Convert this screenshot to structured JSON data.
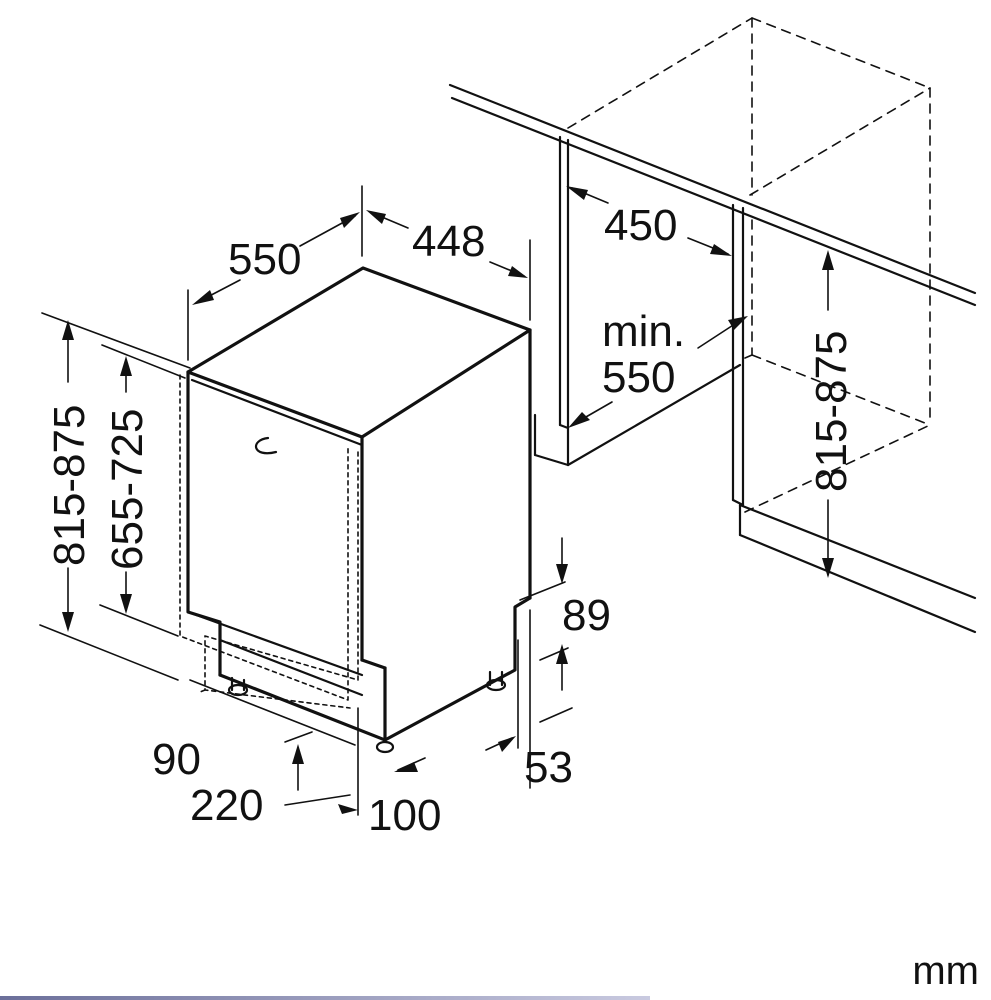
{
  "unit": "mm",
  "dimensions": {
    "depth": "550",
    "width": "448",
    "niche_width": "450",
    "niche_depth_line1": "min.",
    "niche_depth_line2": "550",
    "niche_height": "815-875",
    "total_height": "815-875",
    "body_height": "655-725",
    "plinth_upper": "89",
    "plinth_lower": "53",
    "door_gap": "90",
    "plinth_depth": "220",
    "foot_offset": "100"
  }
}
